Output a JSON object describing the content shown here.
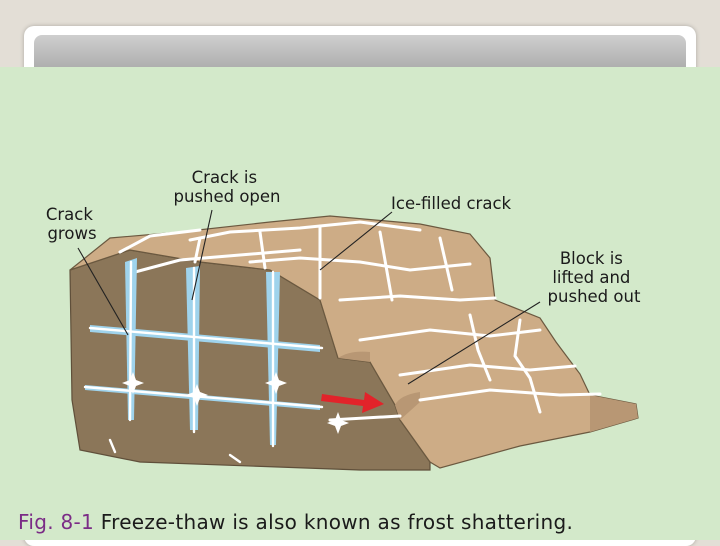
{
  "labels": {
    "crack_grows": [
      "Crack",
      "grows"
    ],
    "crack_pushed_open": [
      "Crack is",
      "pushed open"
    ],
    "ice_filled_crack": "Ice-filled crack",
    "block_lifted": [
      "Block is",
      "lifted and",
      "pushed out"
    ]
  },
  "caption": {
    "fig_label": "Fig. 8-1",
    "text": "Freeze-thaw is also known as frost shattering."
  },
  "colors": {
    "background": "#d3e9ca",
    "rock_front": "#8b7659",
    "rock_top": "#cdac86",
    "ice": "#9fd3ec",
    "arrow": "#e2232a",
    "caption_fig": "#7b2c86"
  }
}
